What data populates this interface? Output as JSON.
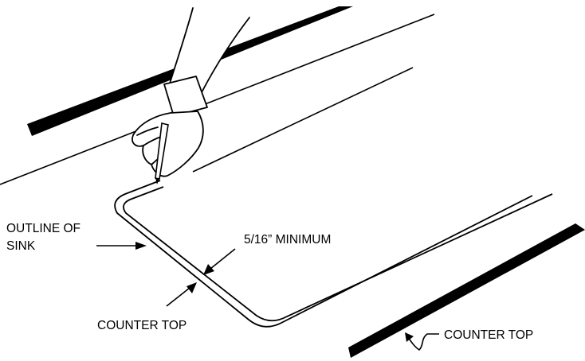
{
  "diagram": {
    "labels": {
      "outline_of_sink_line1": "OUTLINE OF",
      "outline_of_sink_line2": "SINK",
      "min_clearance": "5/16” MINIMUM",
      "counter_top_left": "COUNTER TOP",
      "counter_top_right": "COUNTER TOP"
    },
    "colors": {
      "ink": "#000000",
      "background": "#ffffff"
    },
    "icons": [
      "hand-icon",
      "pencil-icon"
    ]
  }
}
